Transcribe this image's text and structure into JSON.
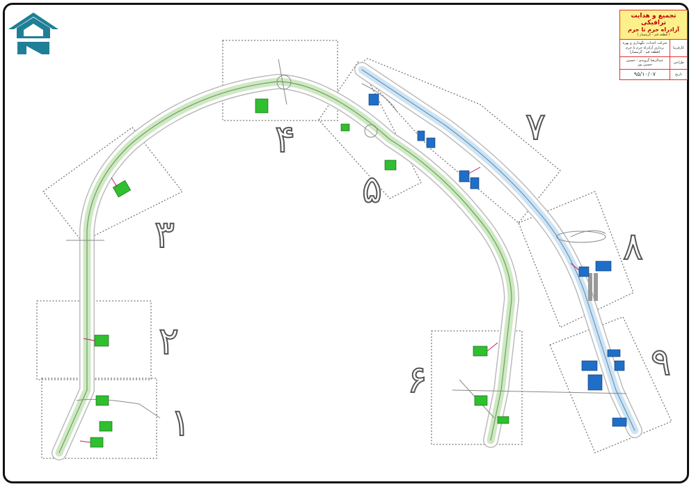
{
  "title_block": {
    "title": "تجمیع و هدایت ترافیکی",
    "subtitle": "آزادراه حرم تا حرم",
    "segment": "( قطعه قم - گرمسار )",
    "rows": [
      {
        "label": "کارفرما",
        "value": "شرکت احداث، نگهداری و بهره برداری آزادراه حرم تا حرم (قطعه قم - گرمسار)"
      },
      {
        "label": "طراحی",
        "value": "عبدالرضا گروندی - حسین حسین پور"
      },
      {
        "label": "تاریخ",
        "value": "۹۵/۱۰/۰۷"
      }
    ]
  },
  "sections": [
    "۱",
    "۲",
    "۳",
    "۴",
    "۵",
    "۶",
    "۷",
    "۸",
    "۹"
  ],
  "colors": {
    "main_road": "#cfe8c4",
    "main_road_line": "#6aa35a",
    "branch_road": "#cfe3f2",
    "branch_road_line": "#5f95c0",
    "sign_green": "#2fbf2f",
    "sign_blue": "#1f6fc8",
    "logo": "#1f7f96",
    "title_bg": "#fdf08a"
  }
}
